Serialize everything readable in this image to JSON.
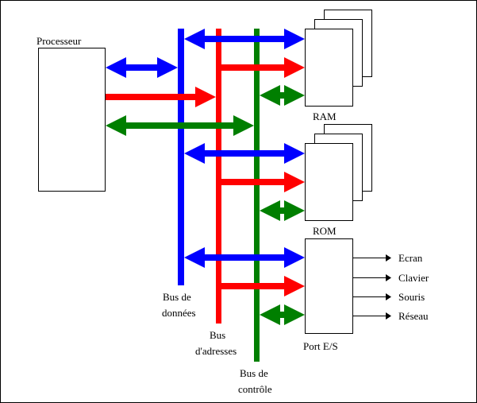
{
  "labels": {
    "processor": "Processeur",
    "ram": "RAM",
    "rom": "ROM",
    "io_port": "Port E/S"
  },
  "buses": {
    "data": {
      "line1": "Bus de",
      "line2": "données",
      "color": "#0000ff"
    },
    "address": {
      "line1": "Bus",
      "line2": "d'adresses",
      "color": "#ff0000"
    },
    "control": {
      "line1": "Bus de",
      "line2": "contrôle",
      "color": "#007f00"
    }
  },
  "io_outputs": [
    "Ecran",
    "Clavier",
    "Souris",
    "Réseau"
  ],
  "colors": {
    "data": "#0000ff",
    "address": "#ff0000",
    "control": "#007f00",
    "outline": "#000000"
  }
}
